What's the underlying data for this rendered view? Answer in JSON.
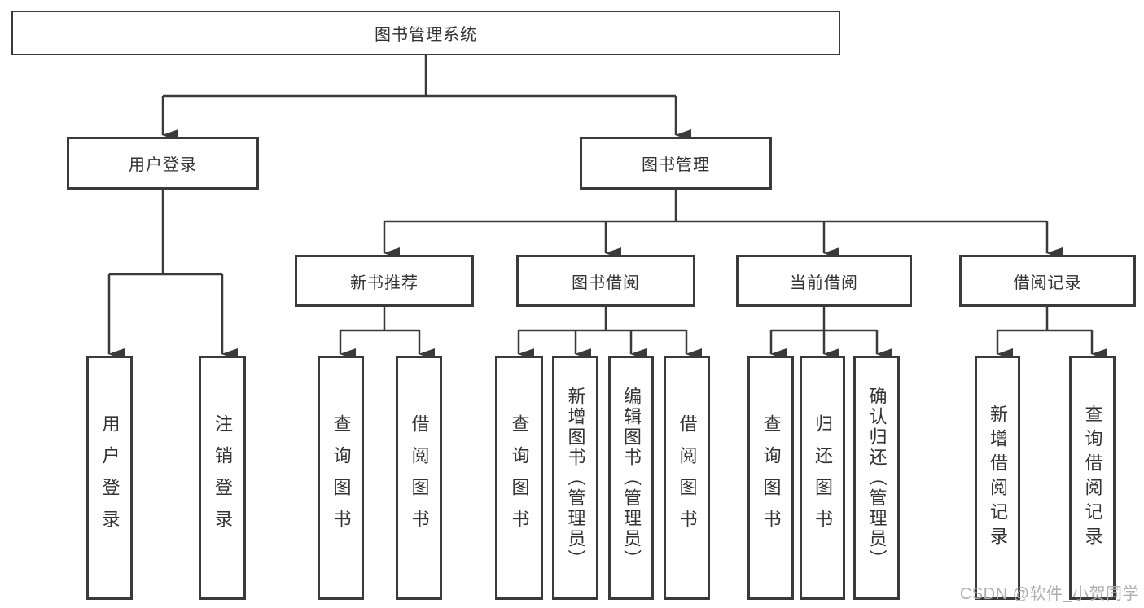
{
  "diagram_title": "图书管理系统",
  "colors": {
    "line": "#3a3a3a",
    "box_border": "#3a3a3a",
    "box_background": "#ffffff",
    "text": "#333333",
    "watermark": "#aeaeae",
    "page_background": "#ffffff"
  },
  "watermark": {
    "text": "CSDN @软件_小贺同学"
  },
  "nodes": {
    "system": {
      "label": "图书管理系统",
      "parent": null
    },
    "login": {
      "label": "用户登录",
      "parent": "system"
    },
    "mgmt": {
      "label": "图书管理",
      "parent": "system"
    },
    "rec": {
      "label": "新书推荐",
      "parent": "mgmt"
    },
    "borrow": {
      "label": "图书借阅",
      "parent": "mgmt"
    },
    "current": {
      "label": "当前借阅",
      "parent": "mgmt"
    },
    "records": {
      "label": "借阅记录",
      "parent": "mgmt"
    },
    "login_user": {
      "label": "用户登录",
      "parent": "login"
    },
    "login_logout": {
      "label": "注销登录",
      "parent": "login"
    },
    "rec_query": {
      "label": "查询图书",
      "parent": "rec"
    },
    "rec_borrow": {
      "label": "借阅图书",
      "parent": "rec"
    },
    "bb_query": {
      "label": "查询图书",
      "parent": "borrow"
    },
    "bb_add": {
      "label": "新增图书（管理员）",
      "parent": "borrow"
    },
    "bb_edit": {
      "label": "编辑图书（管理员）",
      "parent": "borrow"
    },
    "bb_borrow": {
      "label": "借阅图书",
      "parent": "borrow"
    },
    "cb_query": {
      "label": "查询图书",
      "parent": "current"
    },
    "cb_return": {
      "label": "归还图书",
      "parent": "current"
    },
    "cb_confirm": {
      "label": "确认归还（管理员）",
      "parent": "current"
    },
    "br_add": {
      "label": "新增借阅记录",
      "parent": "records"
    },
    "br_query": {
      "label": "查询借阅记录",
      "parent": "records"
    }
  }
}
